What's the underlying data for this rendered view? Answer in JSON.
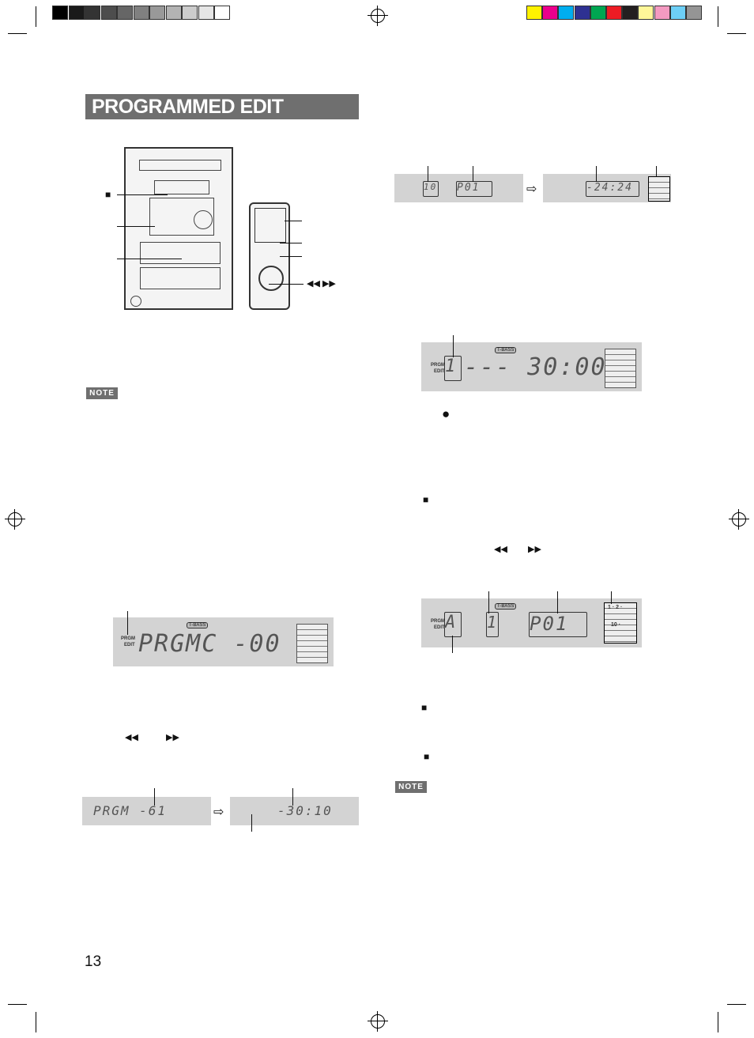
{
  "header": {
    "title": "PROGRAMMED EDIT RECORDING"
  },
  "colors": {
    "gray_swatches": [
      "#000000",
      "#1a1a1a",
      "#333333",
      "#4d4d4d",
      "#666666",
      "#808080",
      "#999999",
      "#b3b3b3",
      "#cccccc",
      "#e6e6e6",
      "#ffffff"
    ],
    "color_swatches": [
      "#fff200",
      "#ec008c",
      "#00aeef",
      "#2e3192",
      "#00a651",
      "#ed1c24",
      "#231f20",
      "#fff799",
      "#f49ac1",
      "#6dcff6",
      "#959595"
    ],
    "title_bg": "#6f6f6f",
    "lcd_bg": "#d3d3d3"
  },
  "notes": [
    "NOTE",
    "NOTE"
  ],
  "symbols": {
    "stop": "■",
    "record": "●",
    "rew_ff": "◀◀ ▶▶",
    "rew": "◀◀",
    "ff": "▶▶",
    "arrow": "⇨"
  },
  "displays": {
    "prgm_label": "PRGM",
    "edit_label": "EDIT",
    "tbass": "T-BASS",
    "d1_text": "PRGMC -00",
    "d2a_left": "10",
    "d2a_right": "P01",
    "d2b_text": "-24:24",
    "d3_left": "1",
    "d3_text": "--- 30:00",
    "d4_left": "A",
    "d4_mid": "1",
    "d4_right": "P01",
    "d4_disc": [
      "1 · 2 ·",
      "10 ·"
    ],
    "d5a_text": "PRGM -61",
    "d5b_text": "-30:10"
  },
  "footer": {
    "page_number": "13"
  }
}
